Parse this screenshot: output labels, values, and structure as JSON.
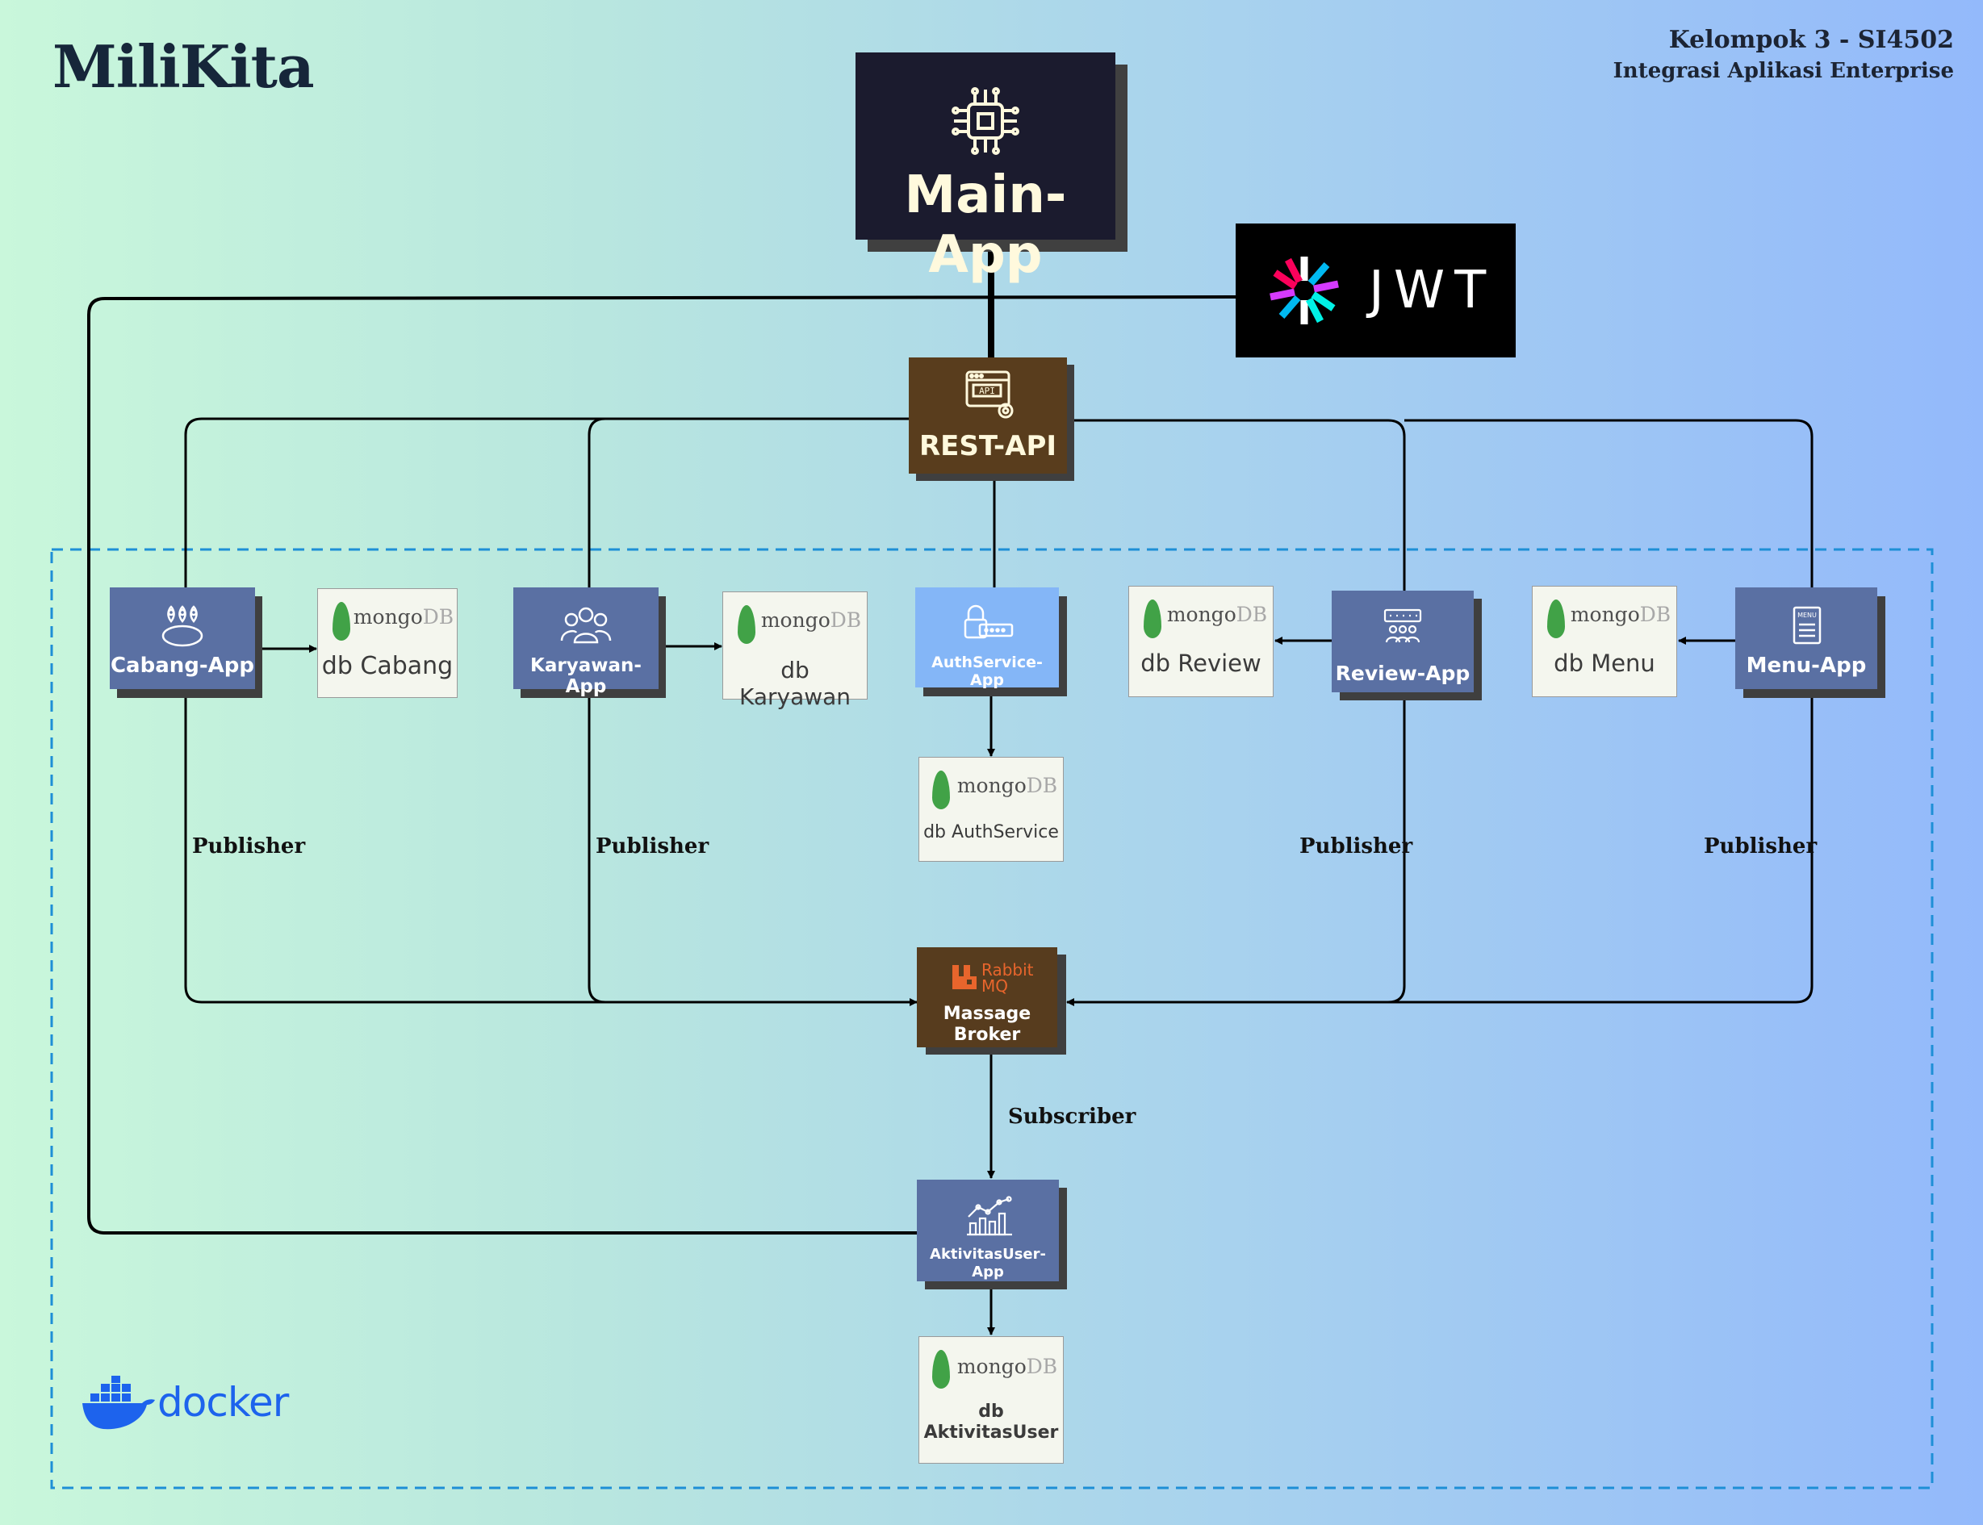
{
  "header": {
    "brand": "MiliKita",
    "group": "Kelompok 3 - SI4502",
    "course": "Integrasi Aplikasi Enterprise"
  },
  "main_app": {
    "label": "Main-App",
    "icon": "cpu-chip-icon"
  },
  "jwt": {
    "label": "JWT",
    "icon": "jwt-star-icon"
  },
  "rest_api": {
    "label": "REST-API",
    "icon": "api-gear-icon"
  },
  "apps": {
    "cabang": {
      "label": "Cabang-App",
      "icon": "location-pins-icon"
    },
    "karyawan": {
      "label": "Karyawan-App",
      "icon": "people-group-icon"
    },
    "auth": {
      "label": "AuthService-App",
      "line1": "AuthService-",
      "line2": "App",
      "icon": "lock-password-icon"
    },
    "review": {
      "label": "Review-App",
      "icon": "review-people-icon"
    },
    "menu": {
      "label": "Menu-App",
      "icon": "menu-book-icon"
    },
    "aktivitas": {
      "label": "AktivitasUser-App",
      "line1": "AktivitasUser-",
      "line2": "App",
      "icon": "line-chart-icon"
    }
  },
  "databases": {
    "brand_mongo": "mongo",
    "brand_db": "DB",
    "cabang": "db Cabang",
    "karyawan": "db Karyawan",
    "auth": "db AuthService",
    "review": "db Review",
    "menu": "db Menu",
    "aktivitas_line1": "db",
    "aktivitas_line2": "AktivitasUser"
  },
  "broker": {
    "brand_line1": "Rabbit",
    "brand_line2": "MQ",
    "line1": "Massage",
    "line2": "Broker"
  },
  "edge_labels": {
    "publisher": "Publisher",
    "subscriber": "Subscriber"
  },
  "docker": {
    "label": "docker",
    "icon": "docker-whale-icon"
  },
  "colors": {
    "app_box": "#5a70a3",
    "auth_box": "#84b6f7",
    "brown_box": "#593d1d",
    "main_box": "#1b1b2e",
    "dashed_border": "#1e8fd6",
    "mongo_leaf": "#41a247",
    "rabbit_orange": "#e8652c",
    "docker_blue": "#1d63ed"
  }
}
